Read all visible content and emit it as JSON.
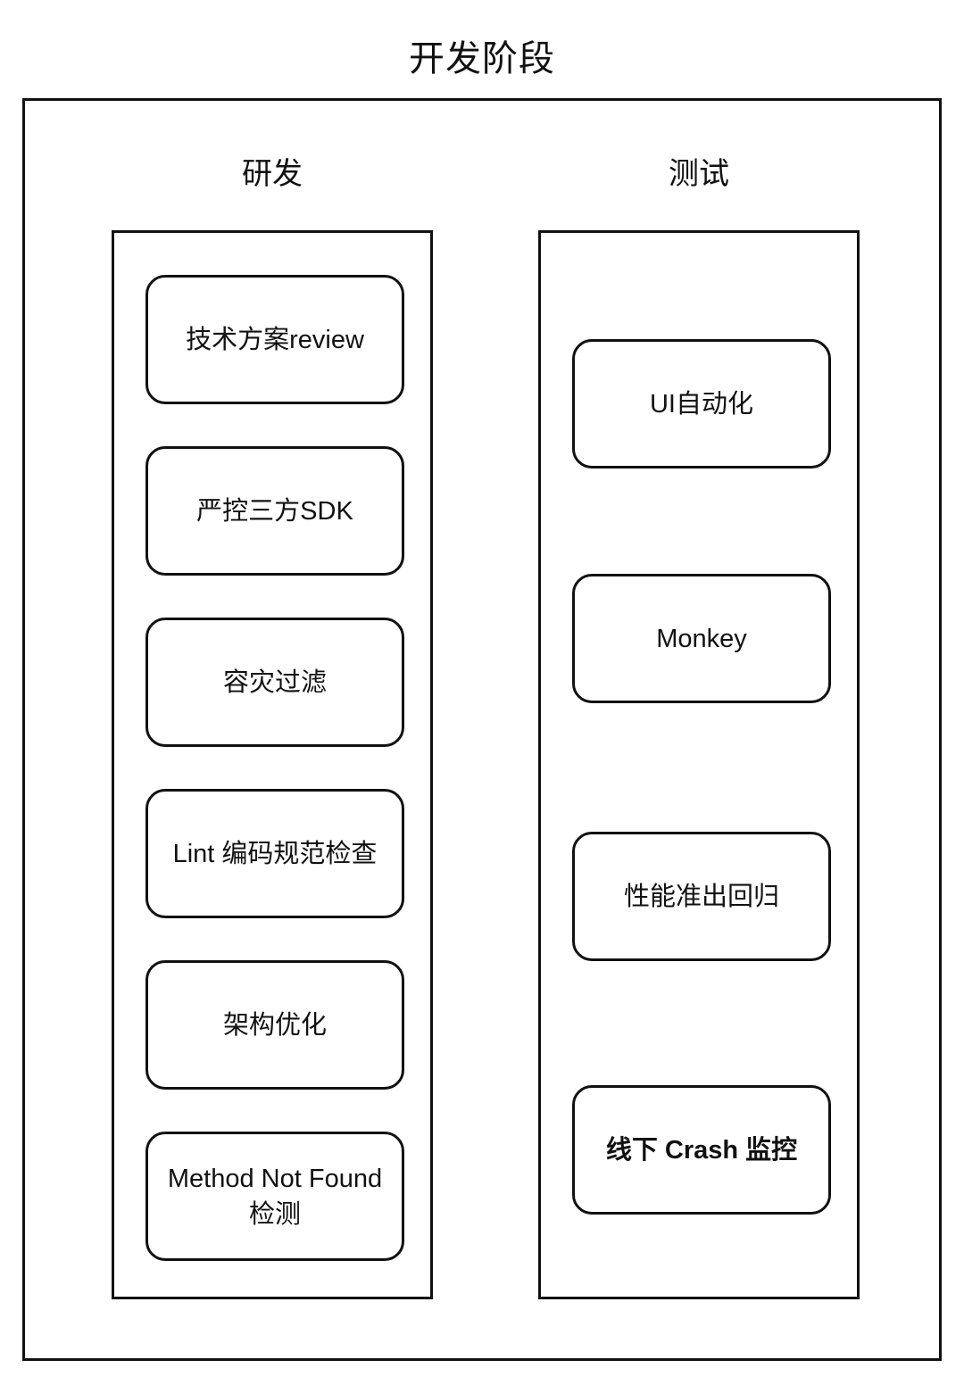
{
  "diagram": {
    "title": "开发阶段",
    "type": "two-lane-swimlane",
    "border_color": "#111111",
    "background_color": "#ffffff",
    "columns": [
      {
        "id": "dev",
        "header": "研发",
        "items": [
          {
            "label": "技术方案review",
            "bold": false
          },
          {
            "label": "严控三方SDK",
            "bold": false
          },
          {
            "label": "容灾过滤",
            "bold": false
          },
          {
            "label": "Lint 编码规范检查",
            "bold": false
          },
          {
            "label": "架构优化",
            "bold": false
          },
          {
            "label": "Method Not Found\n检测",
            "bold": false
          }
        ]
      },
      {
        "id": "test",
        "header": "测试",
        "items": [
          {
            "label": "UI自动化",
            "bold": false
          },
          {
            "label": "Monkey",
            "bold": false
          },
          {
            "label": "性能准出回归",
            "bold": false
          },
          {
            "label": "线下 Crash 监控",
            "bold": true
          }
        ]
      }
    ]
  }
}
